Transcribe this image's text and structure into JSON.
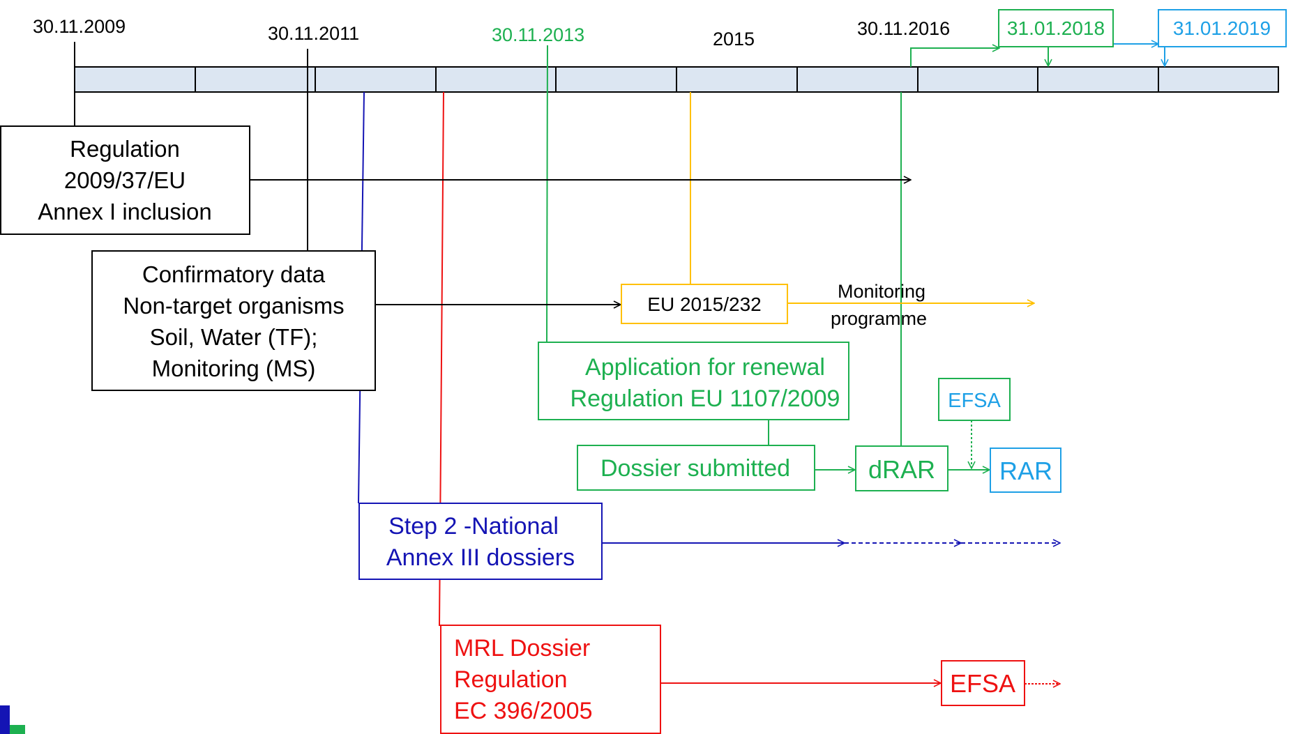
{
  "colors": {
    "black": "#000000",
    "green": "#1db050",
    "blue": "#1414b4",
    "red": "#ee1111",
    "orange": "#ffc000",
    "cyan": "#1ea0e6",
    "bar_fill": "#dce6f2"
  },
  "timeline": {
    "dates": {
      "d2009": "30.11.2009",
      "d2011": "30.11.2011",
      "d2013": "30.11.2013",
      "d2015": "2015",
      "d2016": "30.11.2016",
      "d2018": "31.01.2018",
      "d2019": "31.01.2019"
    }
  },
  "boxes": {
    "regulation": [
      "Regulation",
      "2009/37/EU",
      "Annex I inclusion"
    ],
    "confirmatory": [
      "Confirmatory data",
      "Non-target organisms",
      "Soil, Water (TF);",
      "Monitoring (MS)"
    ],
    "eu2015": "EU 2015/232",
    "monitoring": [
      "Monitoring",
      "programme"
    ],
    "renewal": [
      "Application for renewal",
      "Regulation EU 1107/2009"
    ],
    "dossier_submitted": "Dossier submitted",
    "drar": "dRAR",
    "efsa_green": "EFSA",
    "rar": "RAR",
    "step2": [
      "Step 2 -National",
      "Annex III  dossiers"
    ],
    "mrl": [
      "MRL Dossier",
      "Regulation",
      "EC 396/2005"
    ],
    "efsa_red": "EFSA"
  }
}
